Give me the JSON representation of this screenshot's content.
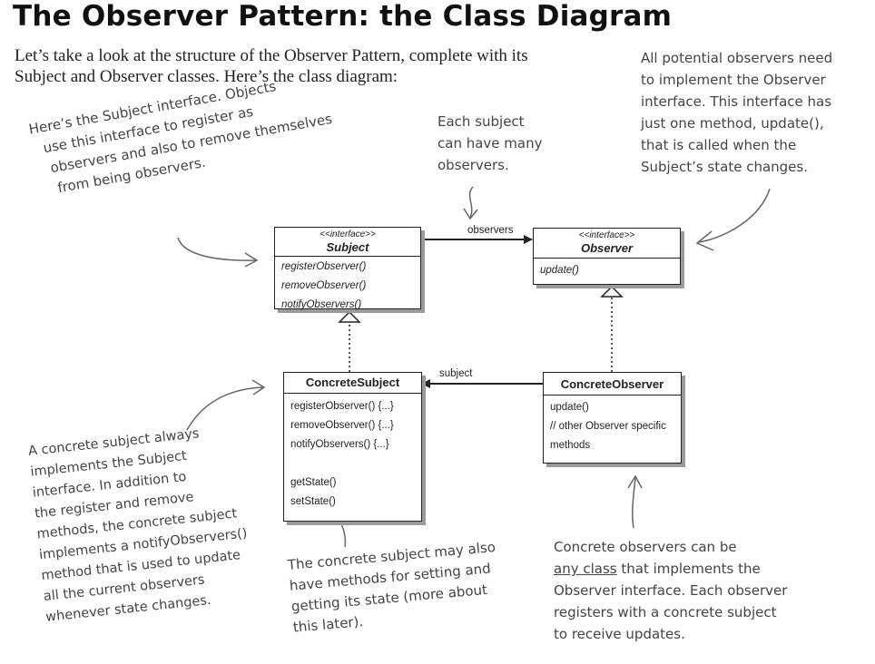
{
  "title": "The Observer Pattern: the Class Diagram",
  "intro": "Let’s take a look at the structure of the Observer Pattern, complete with its Subject and Observer classes. Here’s the class diagram:",
  "notes": {
    "subject_interface": [
      "Here’s the Subject interface. Objects",
      "use this interface to register as",
      "observers and also to remove themselves",
      "from being observers."
    ],
    "each_subject": [
      "Each subject",
      "can have many",
      "observers."
    ],
    "all_observers": [
      "All potential observers need",
      "to implement the Observer",
      "interface. This interface has",
      "just one method, update(),",
      "that is called when the",
      "Subject’s state changes."
    ],
    "concrete_subject": [
      "A concrete subject always",
      "implements the Subject",
      "interface. In addition to",
      "the register and remove",
      "methods, the concrete subject",
      "implements a notifyObservers()",
      "method that is used to update",
      "all the current observers",
      "whenever state changes."
    ],
    "state_methods": [
      "The concrete subject may also",
      "have methods for setting and",
      "getting its state (more about",
      "this later)."
    ],
    "concrete_observers": {
      "line1": "Concrete observers can be",
      "line2_underlined": "any class",
      "line2_rest": " that implements the",
      "line3": "Observer interface. Each observer",
      "line4": "registers with a concrete subject",
      "line5": "to receive updates."
    }
  },
  "classes": {
    "subject": {
      "stereotype": "<<interface>>",
      "name": "Subject",
      "methods": [
        "registerObserver()",
        "removeObserver()",
        "notifyObservers()"
      ]
    },
    "observer": {
      "stereotype": "<<interface>>",
      "name": "Observer",
      "methods": [
        "update()"
      ]
    },
    "concrete_subject": {
      "name": "ConcreteSubject",
      "methods": [
        "registerObserver() {...}",
        "removeObserver() {...}",
        "notifyObservers() {...}"
      ],
      "extra_methods": [
        "getState()",
        "setState()"
      ]
    },
    "concrete_observer": {
      "name": "ConcreteObserver",
      "methods": [
        "update()",
        "// other Observer specific",
        "methods"
      ]
    }
  },
  "associations": {
    "observers": "observers",
    "subject": "subject"
  },
  "colors": {
    "ink": "#222222",
    "annotation": "#444444",
    "shadow": "#9a9a9a",
    "pencil_arrow": "#666666"
  }
}
